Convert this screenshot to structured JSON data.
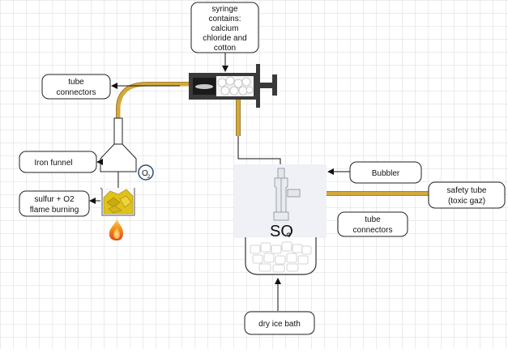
{
  "labels": {
    "syringe": [
      "syringe",
      "contains:",
      "calcium",
      "chloride and",
      "cotton"
    ],
    "tube_connectors_top": [
      "tube",
      "connectors"
    ],
    "iron_funnel": "Iron funnel",
    "sulfur_flame": [
      "sulfur + O2",
      "flame burning"
    ],
    "oxygen": "O",
    "oxygen_sub": "2",
    "bubbler": "Bubbler",
    "safety_tube": [
      "safety tube",
      "(toxic gaz)"
    ],
    "tube_connectors_right": [
      "tube",
      "connectors"
    ],
    "so2_main": "SO",
    "so2_sub": "2",
    "dry_ice_bath": "dry ice bath"
  },
  "colors": {
    "tube": "#d4a83a",
    "grid": "#d9d9d9",
    "syringe_body": "#3a3a3a",
    "sulfur": "#e0c21a",
    "flame": "#f08a1c",
    "bubbler_bg": "#f2f3f7"
  }
}
